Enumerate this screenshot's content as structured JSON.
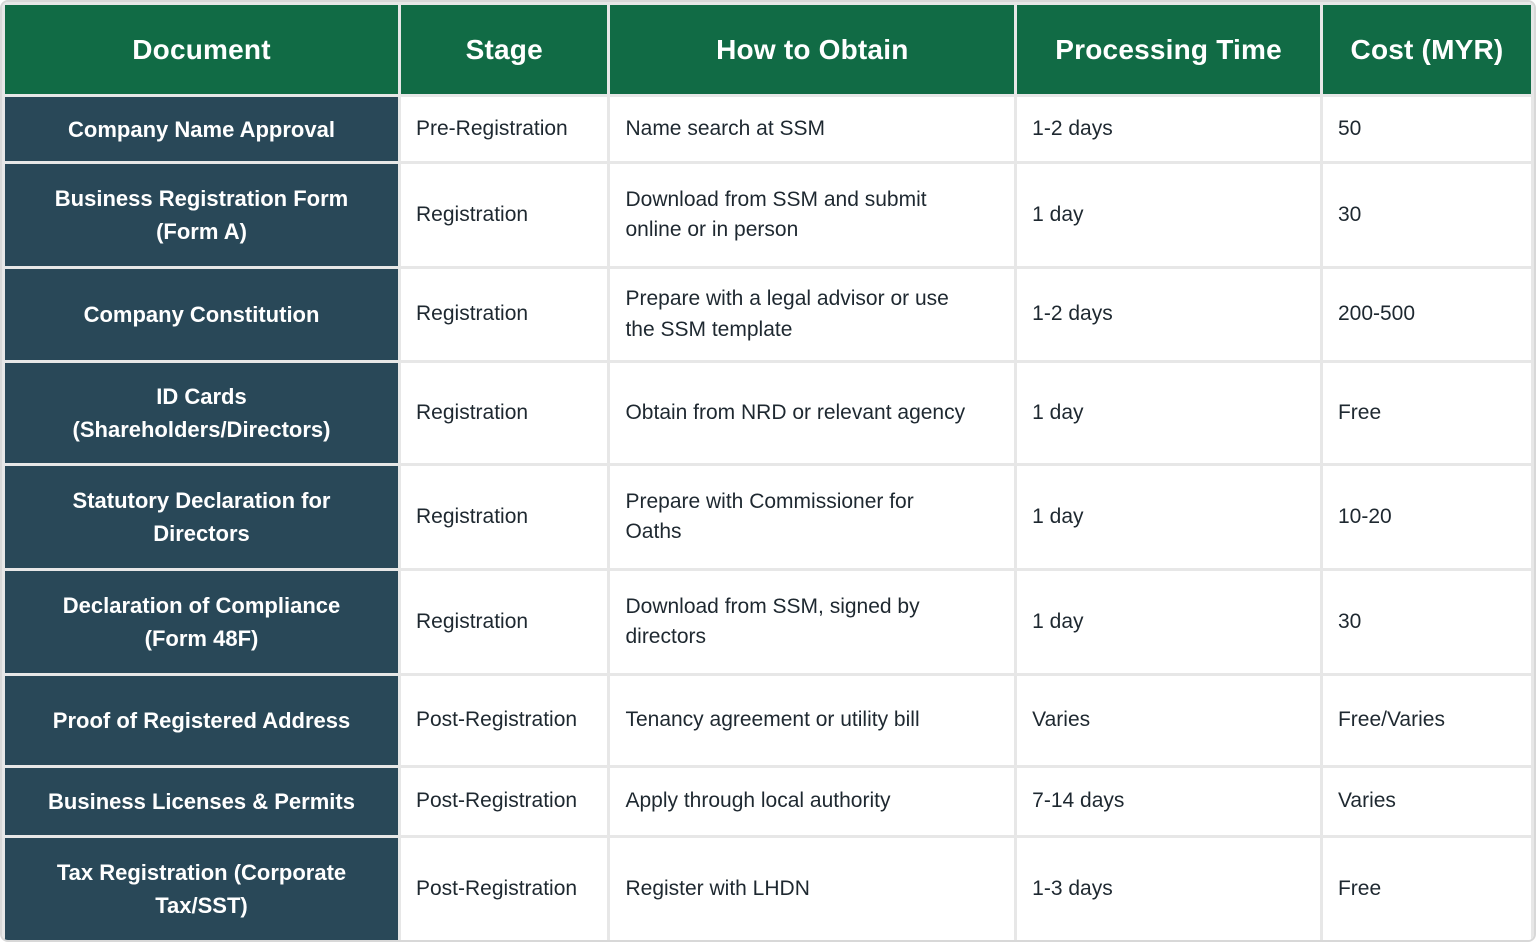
{
  "chart_data": {
    "type": "table",
    "columns": [
      "Document",
      "Stage",
      "How to Obtain",
      "Processing Time",
      "Cost (MYR)"
    ],
    "rows": [
      {
        "document": "Company Name Approval",
        "stage": "Pre-Registration",
        "how_to_obtain": "Name search at SSM",
        "processing_time": "1-2 days",
        "cost": "50"
      },
      {
        "document": "Business Registration Form\n(Form A)",
        "stage": "Registration",
        "how_to_obtain": "Download from SSM and submit\nonline or in person",
        "processing_time": "1 day",
        "cost": "30"
      },
      {
        "document": "Company Constitution",
        "stage": "Registration",
        "how_to_obtain": "Prepare with a legal advisor or use\nthe SSM template",
        "processing_time": "1-2 days",
        "cost": "200-500"
      },
      {
        "document": "ID Cards\n(Shareholders/Directors)",
        "stage": "Registration",
        "how_to_obtain": "Obtain from NRD or relevant agency",
        "processing_time": "1 day",
        "cost": "Free"
      },
      {
        "document": "Statutory Declaration for\nDirectors",
        "stage": "Registration",
        "how_to_obtain": "Prepare with Commissioner for\nOaths",
        "processing_time": "1 day",
        "cost": "10-20"
      },
      {
        "document": "Declaration of Compliance\n(Form 48F)",
        "stage": "Registration",
        "how_to_obtain": "Download from SSM, signed by\ndirectors",
        "processing_time": "1 day",
        "cost": "30"
      },
      {
        "document": "Proof of Registered Address",
        "stage": "Post-Registration",
        "how_to_obtain": "Tenancy agreement or utility bill",
        "processing_time": "Varies",
        "cost": "Free/Varies"
      },
      {
        "document": "Business Licenses & Permits",
        "stage": "Post-Registration",
        "how_to_obtain": "Apply through local authority",
        "processing_time": "7-14 days",
        "cost": "Varies"
      },
      {
        "document": "Tax Registration (Corporate\nTax/SST)",
        "stage": "Post-Registration",
        "how_to_obtain": "Register with LHDN",
        "processing_time": "1-3 days",
        "cost": "Free"
      }
    ]
  },
  "colors": {
    "header_bg": "#116B45",
    "header_text": "#FFFFFF",
    "document_column_bg": "#294858",
    "document_column_text": "#FFFFFF",
    "body_cell_bg": "#FFFFFF",
    "body_text": "#1E2830",
    "cell_border": "#E7E7E7",
    "outer_border": "#D8D8D8"
  }
}
